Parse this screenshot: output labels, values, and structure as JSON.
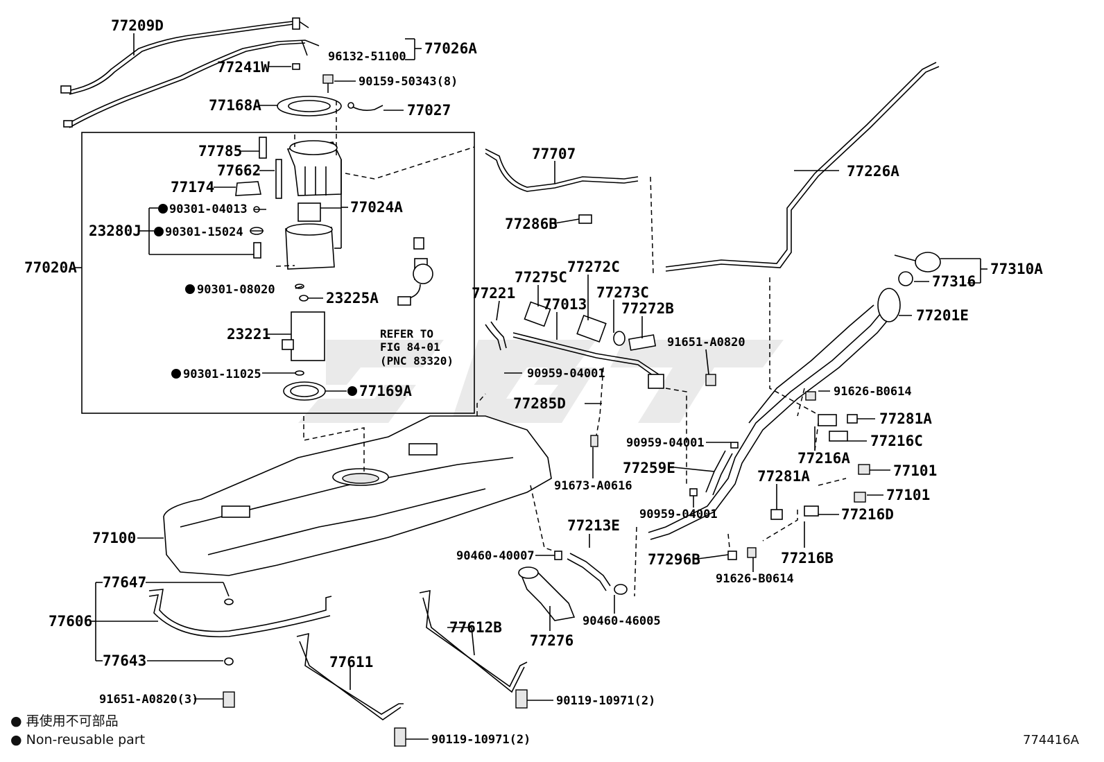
{
  "labels": {
    "p77209D": "77209D",
    "p77026A": "77026A",
    "p96132": "96132-51100",
    "p77241W": "77241W",
    "p90159": "90159-50343(8)",
    "p77168A": "77168A",
    "p77027": "77027",
    "p77785": "77785",
    "p77662": "77662",
    "p77174": "77174",
    "p77024A": "77024A",
    "p90301_04013": "90301-04013",
    "p23280J": "23280J",
    "p90301_15024": "90301-15024",
    "p77020A": "77020A",
    "p90301_08020": "90301-08020",
    "p23225A": "23225A",
    "p23221": "23221",
    "p90301_11025": "90301-11025",
    "p77169A": "77169A",
    "p77707": "77707",
    "p77226A": "77226A",
    "p77286B": "77286B",
    "p77310A": "77310A",
    "p77316": "77316",
    "p77201E": "77201E",
    "p77221": "77221",
    "p77275C": "77275C",
    "p77272C": "77272C",
    "p77013": "77013",
    "p77273C": "77273C",
    "p77272B": "77272B",
    "p91651_A0820": "91651-A0820",
    "p90959_04001_a": "90959-04001",
    "p91626_B0614_a": "91626-B0614",
    "p77285D": "77285D",
    "p77281A_a": "77281A",
    "p90959_04001_b": "90959-04001",
    "p77216C": "77216C",
    "p77259E": "77259E",
    "p77216A": "77216A",
    "p91673": "91673-A0616",
    "p77101_a": "77101",
    "p77281A_b": "77281A",
    "p77101_b": "77101",
    "p90959_04001_c": "90959-04001",
    "p77216D": "77216D",
    "p77100": "77100",
    "p77213E": "77213E",
    "p90460_40007": "90460-40007",
    "p77296B": "77296B",
    "p77216B": "77216B",
    "p91626_B0614_b": "91626-B0614",
    "p77647": "77647",
    "p90460_46005": "90460-46005",
    "p77606": "77606",
    "p77612B": "77612B",
    "p77276": "77276",
    "p77643": "77643",
    "p77611": "77611",
    "p91651_A0820_3": "91651-A0820(3)",
    "p90119_a": "90119-10971(2)",
    "p90119_b": "90119-10971(2)"
  },
  "note": {
    "line1": "REFER TO",
    "line2": "FIG 84-01",
    "line3": "(PNC 83320)"
  },
  "legend": {
    "line1": "● 再使用不可部品",
    "line2": "● Non-reusable part"
  },
  "figure_number": "774416A"
}
